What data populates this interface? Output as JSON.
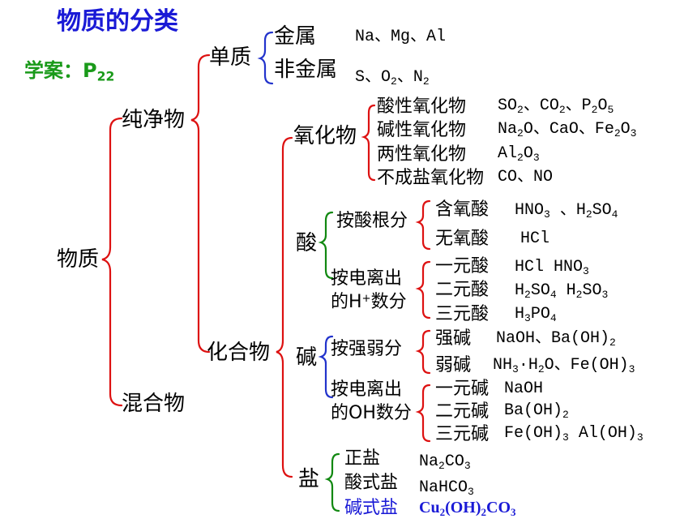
{
  "title": "物质的分类",
  "subtitle": "学案：",
  "subtitle_ref": "P",
  "subtitle_ref_sub": "22",
  "colors": {
    "title": "#1a1ad6",
    "subtitle": "#1a9a1a",
    "bracket_red": "#dd1111",
    "bracket_blue": "#2233cc",
    "bracket_green": "#118811",
    "formula_blue": "#1a1ad6"
  },
  "root": "物质",
  "pure": "纯净物",
  "mixture": "混合物",
  "element": "单质",
  "metal": "金属",
  "metal_ex": "Na、Mg、Al",
  "nonmetal": "非金属",
  "nonmetal_ex": {
    "s": "S、O",
    "s_sub": "2",
    "mid": "、N",
    "n_sub": "2"
  },
  "compound": "化合物",
  "oxide": {
    "label": "氧化物",
    "acidic": "酸性氧化物",
    "acidic_ex": [
      "SO",
      "2",
      "、CO",
      "2",
      "、P",
      "2",
      "O",
      "5"
    ],
    "basic": "碱性氧化物",
    "basic_ex": [
      "Na",
      "2",
      "O、CaO、Fe",
      "2",
      "O",
      "3"
    ],
    "amph": "两性氧化物",
    "amph_ex": [
      "Al",
      "2",
      "O",
      "3"
    ],
    "nonsalt": "不成盐氧化物",
    "nonsalt_ex": "CO、NO"
  },
  "acid": {
    "label": "酸",
    "by_root": "按酸根分",
    "oxy": "含氧酸",
    "oxy_ex": [
      "HNO",
      "3",
      " 、H",
      "2",
      "SO",
      "4"
    ],
    "nonoxy": "无氧酸",
    "nonoxy_ex": "HCl",
    "by_h": "按电离出",
    "by_h2_pre": "的H",
    "by_h2_sup": "+",
    "by_h2_post": "数分",
    "mono": "一元酸",
    "mono_ex": [
      "HCl  HNO",
      "3"
    ],
    "di": "二元酸",
    "di_ex": [
      "H",
      "2",
      "SO",
      "4",
      "   H",
      "2",
      "SO",
      "3"
    ],
    "tri": "三元酸",
    "tri_ex": [
      "H",
      "3",
      "PO",
      "4"
    ]
  },
  "base": {
    "label": "碱",
    "by_strength": "按强弱分",
    "strong": "强碱",
    "strong_ex": [
      "NaOH、Ba(OH)",
      "2"
    ],
    "weak": "弱碱",
    "weak_ex": [
      "NH",
      "3",
      "·H",
      "2",
      "O、Fe(OH)",
      "3"
    ],
    "by_oh": "按电离出",
    "by_oh2": "的OH数分",
    "mono": "一元碱",
    "mono_ex": "NaOH",
    "di": "二元碱",
    "di_ex": [
      "Ba(OH)",
      "2"
    ],
    "tri": "三元碱",
    "tri_ex": [
      "Fe(OH)",
      "3",
      "   Al(OH)",
      "3"
    ]
  },
  "salt": {
    "label": "盐",
    "normal": "正盐",
    "normal_ex": [
      "Na",
      "2",
      "CO",
      "3"
    ],
    "acidic": "酸式盐",
    "acidic_ex": "NaHCO",
    "acidic_ex_sub": "3",
    "basic": "碱式盐",
    "basic_ex": [
      "Cu",
      "2",
      "(OH)",
      "2",
      "CO",
      "3"
    ]
  }
}
